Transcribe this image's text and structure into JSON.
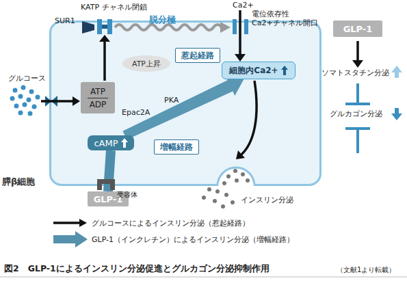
{
  "diagram": {
    "caption": "図2　GLP-1によるインスリン分泌促進とグルカゴン分泌抑制作用",
    "nodes": [
      {
        "text": [
          "膵β細胞"
        ]
      },
      {
        "text": [
          "ATP上昇"
        ],
        "in": 0
      },
      {
        "text": [
          "惹起経路"
        ],
        "in": 0
      },
      {
        "text": [
          "細胞内Ca2+"
        ],
        "in": 0
      },
      {
        "text": [
          "ATP",
          "ADP"
        ],
        "in": 0
      },
      {
        "text": [
          "cAMP"
        ],
        "in": 0
      },
      {
        "text": [
          "増幅経路"
        ],
        "in": 0
      },
      {
        "text": [
          "GLP-1"
        ]
      },
      {
        "text": [
          "GLP-1"
        ]
      }
    ],
    "edges": [
      {
        "from": 7,
        "to": 5,
        "arrow": "none"
      },
      {
        "from": 5,
        "to": 3,
        "arrow": "to"
      }
    ],
    "labels": [
      "SUR1",
      "KATP チャネル閉鎖",
      "脱分極",
      "Ca2+",
      "電位依存性 Ca2+チャネル開口",
      "グルコース",
      "Epac2A",
      "PKA",
      "受容体",
      "インスリン分泌",
      "ソマトスタチン分泌",
      "グルカゴン分泌",
      "（文献1より転載）"
    ],
    "legend": [
      {
        "text": "グルコースによるインスリン分泌（惹起経路）"
      },
      {
        "text": "GLP-1（インクレチン）によるインスリン分泌（増幅経路）"
      }
    ]
  }
}
